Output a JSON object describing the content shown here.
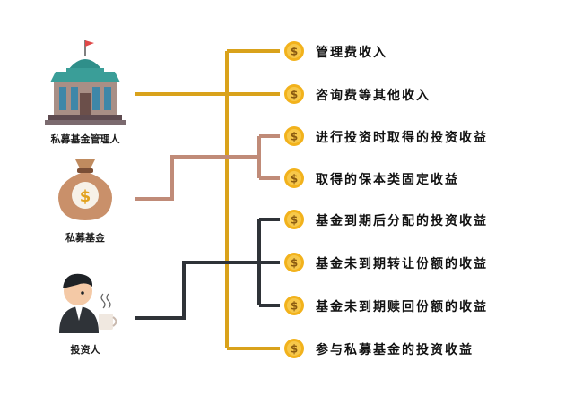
{
  "actors": {
    "manager": {
      "label": "私募基金管理人",
      "icon": "bank-building-icon"
    },
    "fund": {
      "label": "私募基金",
      "icon": "money-bag-icon"
    },
    "investor": {
      "label": "投资人",
      "icon": "person-with-coffee-icon"
    }
  },
  "income_items": [
    {
      "label": "管理费收入",
      "group": "manager"
    },
    {
      "label": "咨询费等其他收入",
      "group": "manager"
    },
    {
      "label": "进行投资时取得的投资收益",
      "group": "fund"
    },
    {
      "label": "取得的保本类固定收益",
      "group": "fund"
    },
    {
      "label": "基金到期后分配的投资收益",
      "group": "investor"
    },
    {
      "label": "基金未到期转让份额的收益",
      "group": "investor"
    },
    {
      "label": "基金未到期赎回份额的收益",
      "group": "investor"
    },
    {
      "label": "参与私募基金的投资收益",
      "group": "manager"
    }
  ],
  "colors": {
    "manager": "#D9A21B",
    "fund": "#C08B78",
    "investor": "#2F3338",
    "coin": "#F2B21C"
  }
}
